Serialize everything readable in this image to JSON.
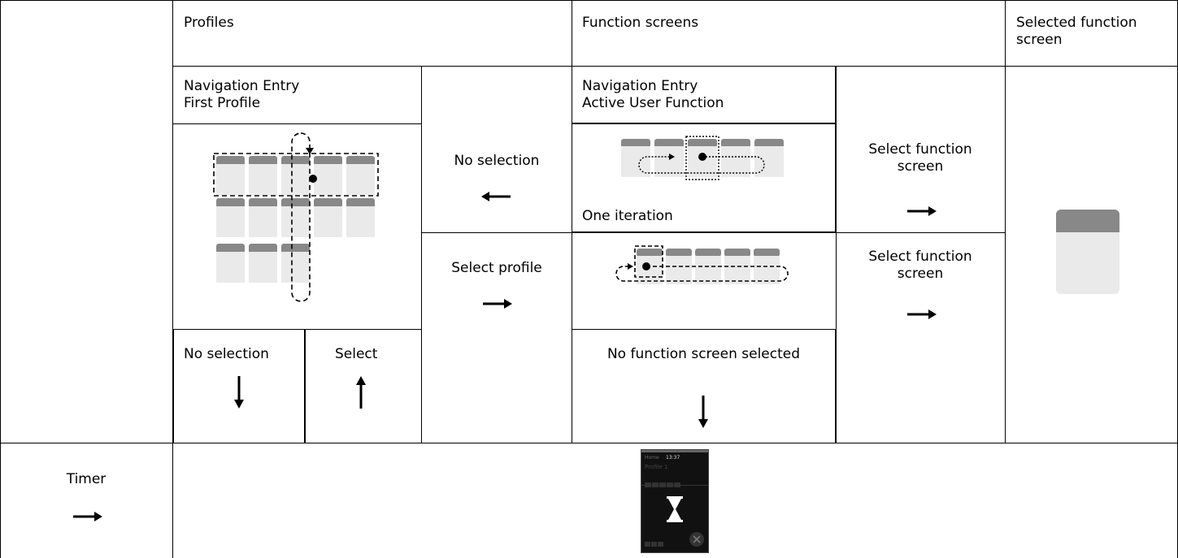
{
  "header": {
    "profiles": "Profiles",
    "function_screens": "Function screens",
    "selected_function_screen": "Selected function screen"
  },
  "profiles": {
    "nav_entry_line1": "Navigation Entry",
    "nav_entry_line2": "First Profile",
    "no_selection": "No selection",
    "select": "Select"
  },
  "transitions": {
    "no_selection": "No selection",
    "select_profile": "Select profile",
    "select_function_screen_1": "Select function screen",
    "select_function_screen_2": "Select function screen"
  },
  "function_screens": {
    "nav_entry_line1": "Navigation Entry",
    "nav_entry_line2": "Active User Function",
    "one_iteration": "One iteration",
    "no_function_screen_selected": "No function screen selected"
  },
  "timer": {
    "label": "Timer"
  },
  "device": {
    "clock": "13:37",
    "status_left": "Home",
    "profile_label": "Profile 1",
    "icon": "hourglass-icon",
    "close_icon": "close-icon"
  },
  "colors": {
    "tile_header": "#888888",
    "tile_body": "#eaeaea",
    "device_bg": "#111111"
  }
}
